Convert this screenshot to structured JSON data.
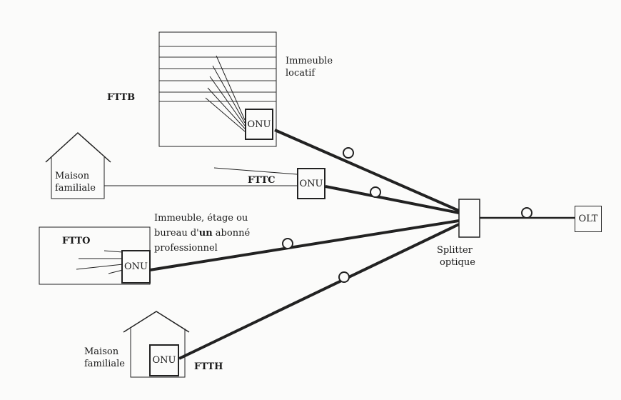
{
  "labels": {
    "immeuble_locatif_1": "Immeuble",
    "immeuble_locatif_2": "locatif",
    "fttb": "FTTB",
    "fttc": "FTTC",
    "ftto": "FTTO",
    "ftth": "FTTH",
    "maison_1_line1": "Maison",
    "maison_1_line2": "familiale",
    "maison_2_line1": "Maison",
    "maison_2_line2": "familiale",
    "pro_line1": "Immeuble, étage ou",
    "pro_line2_a": "bureau d'",
    "pro_line2_b": "un",
    "pro_line2_c": " abonné",
    "pro_line3": "professionnel",
    "splitter_1": "Splitter",
    "splitter_2": "optique",
    "onu": "ONU",
    "olt": "OLT"
  },
  "colors": {
    "line": "#222222",
    "background": "#fbfbfa"
  }
}
